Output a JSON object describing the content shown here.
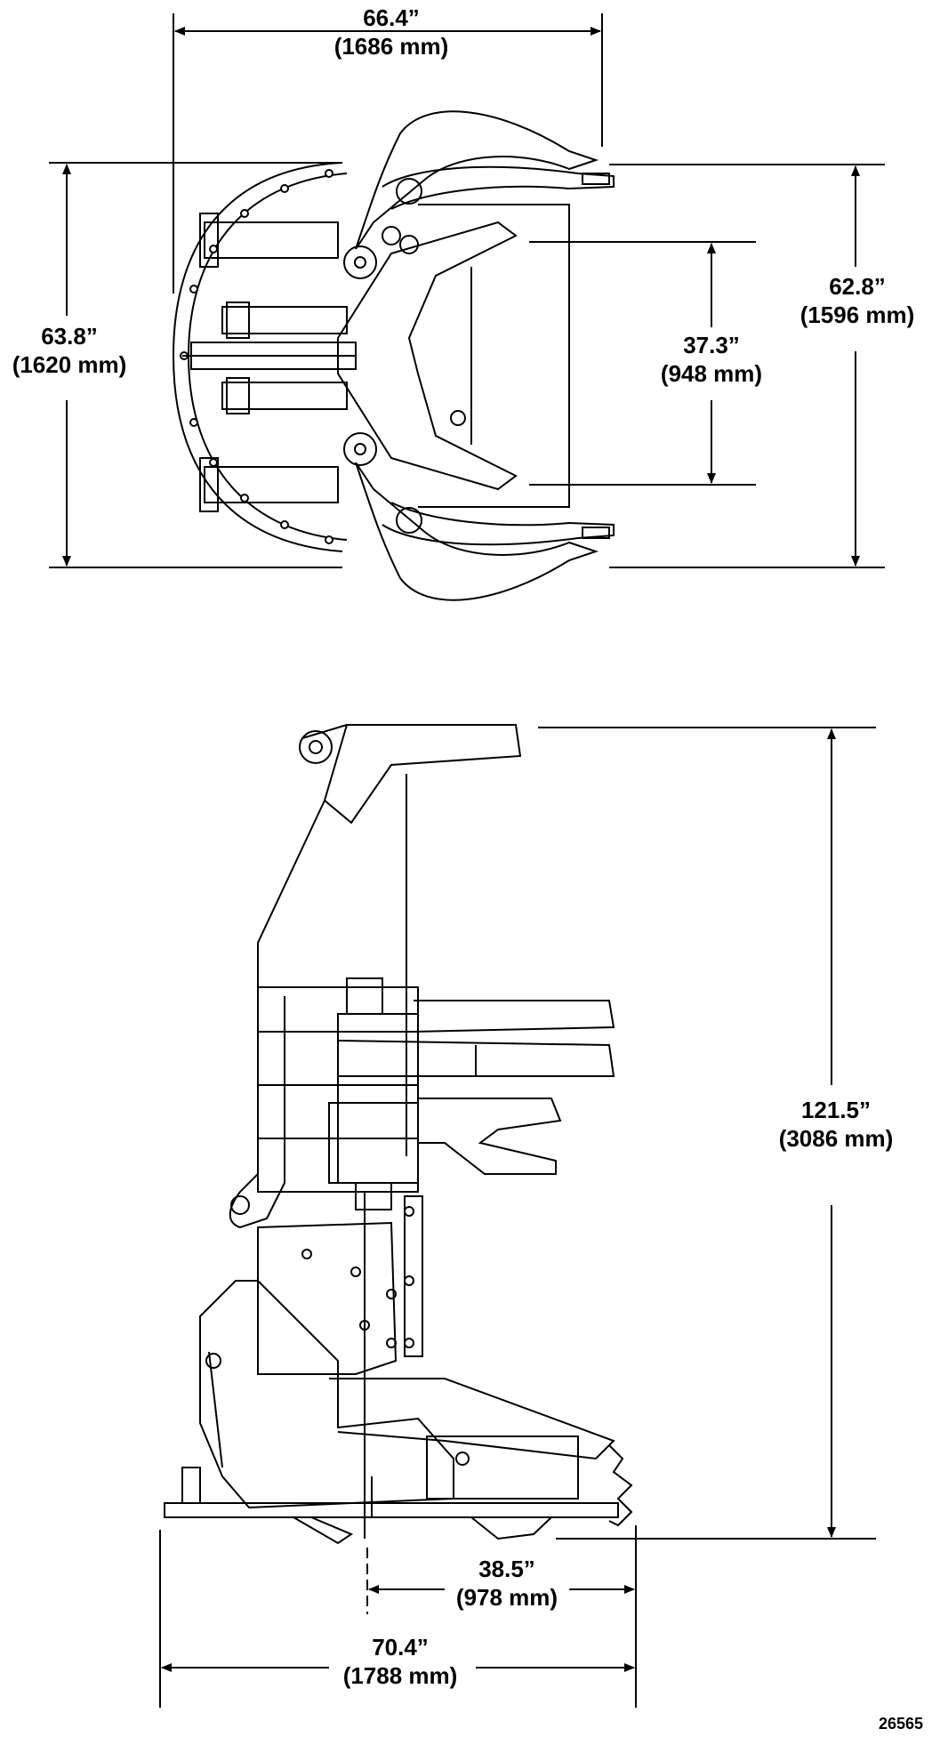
{
  "figure_number": "26565",
  "top_view": {
    "width_dim": {
      "inches": "66.4”",
      "mm": "(1686 mm)"
    },
    "height_dim": {
      "inches": "63.8”",
      "mm": "(1620 mm)"
    },
    "jaw_opening_dim": {
      "inches": "37.3”",
      "mm": "(948 mm)"
    },
    "arm_span_dim": {
      "inches": "62.8”",
      "mm": "(1596 mm)"
    }
  },
  "side_view": {
    "height_dim": {
      "inches": "121.5”",
      "mm": "(3086 mm)"
    },
    "offset_dim": {
      "inches": "38.5”",
      "mm": "(978 mm)"
    },
    "width_dim": {
      "inches": "70.4”",
      "mm": "(1788 mm)"
    }
  },
  "colors": {
    "line": "#000000",
    "background": "#ffffff"
  }
}
